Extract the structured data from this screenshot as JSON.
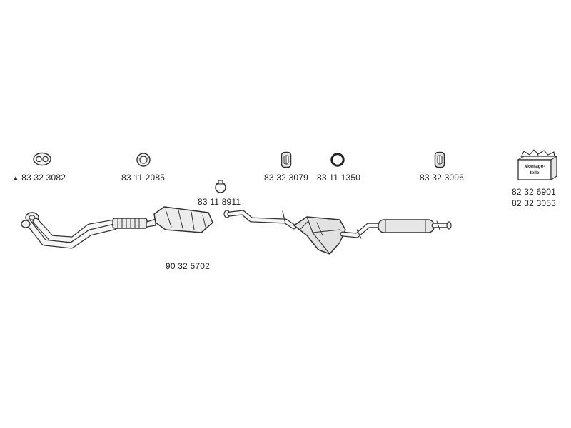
{
  "parts": {
    "gasket_pair": {
      "marker": "▲",
      "number": "83 32 3082"
    },
    "gasket_ring": {
      "number": "83 11 2085"
    },
    "clamp": {
      "number": "83 11 8911"
    },
    "hanger_a": {
      "number": "83 32 3079"
    },
    "o_ring": {
      "number": "83 11 1350"
    },
    "hanger_b": {
      "number": "83 32 3096"
    },
    "catalytic_converter": {
      "number": "90 32 5702"
    },
    "mounting_kit": {
      "box_text_line1": "Montage-",
      "box_text_line2": "teile",
      "number_1": "82 32 6901",
      "number_2": "82 32 3053"
    }
  },
  "icons": {
    "gasket_pair": "double-ring-gasket-icon",
    "gasket_ring": "ring-gasket-icon",
    "clamp": "pipe-clamp-icon",
    "hanger_a": "rubber-hanger-icon",
    "o_ring": "o-ring-icon",
    "hanger_b": "rubber-hanger-icon",
    "mounting_kit": "parts-box-icon"
  }
}
